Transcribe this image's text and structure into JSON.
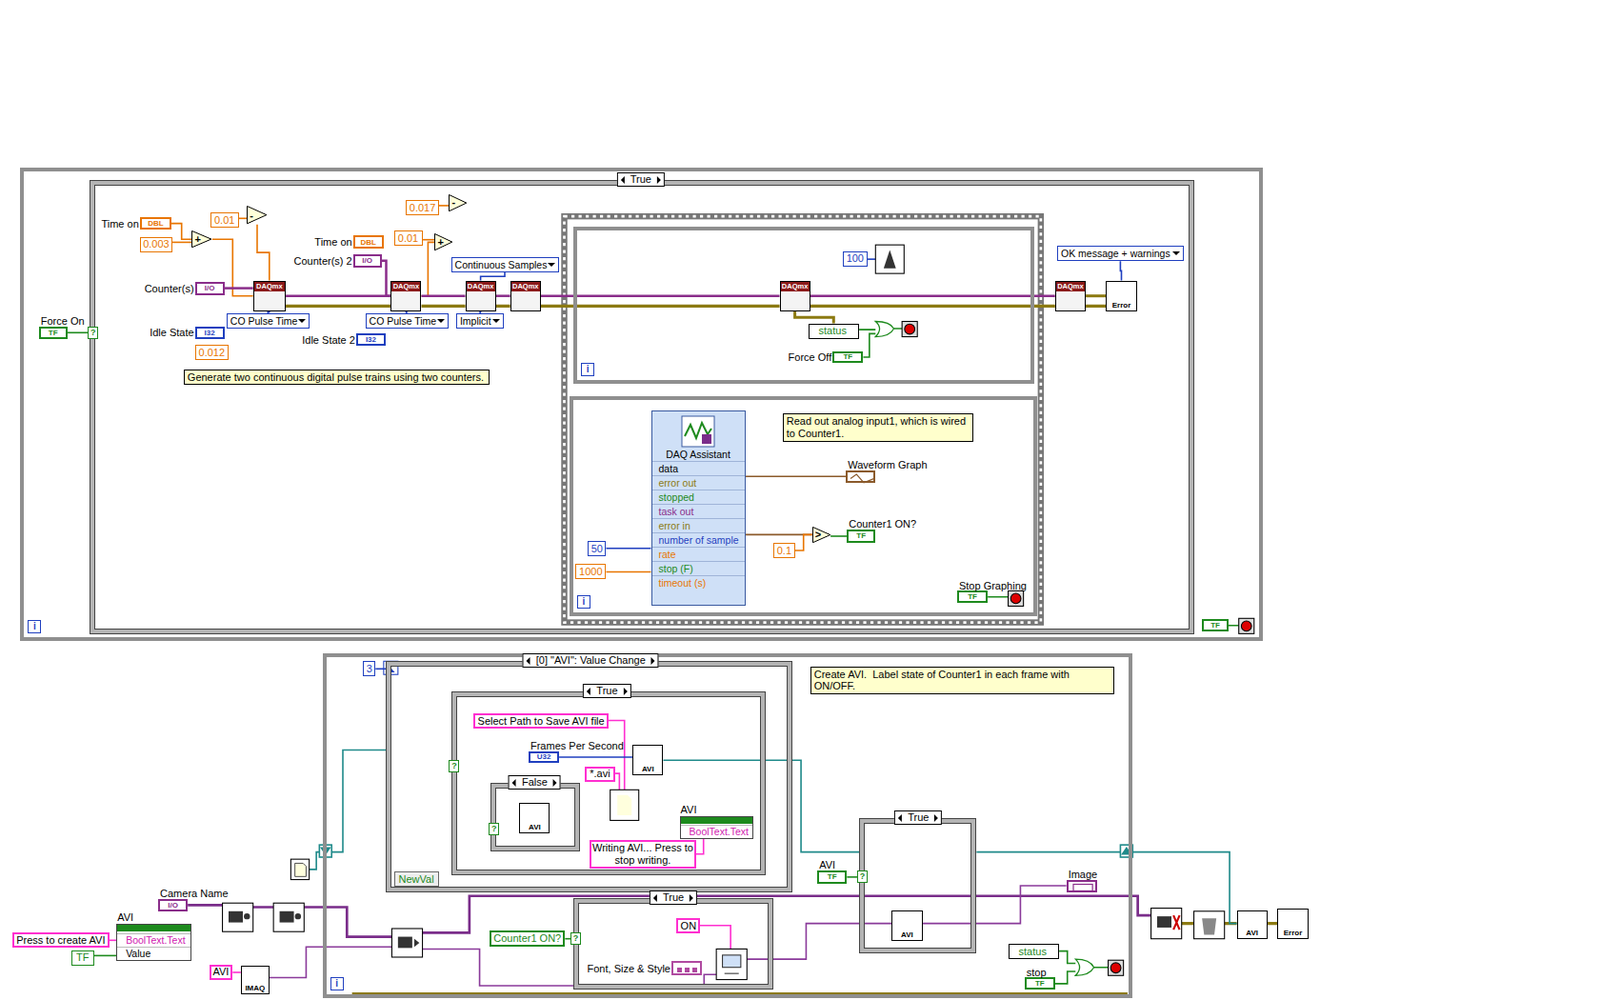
{
  "diagram": {
    "nodes": [
      {
        "text": [
          "i"
        ]
      },
      {
        "text": [
          "True"
        ],
        "in": 0
      },
      {
        "text": [
          "Force On",
          "TF"
        ],
        "in": 0
      },
      {
        "text": [
          "Time on",
          "DBL"
        ],
        "in": 1
      },
      {
        "text": [
          "0.01"
        ],
        "in": 1
      },
      {
        "text": [
          "0.003"
        ],
        "in": 1
      },
      {
        "text": [
          "-"
        ],
        "in": 1
      },
      {
        "text": [
          "+"
        ],
        "in": 1
      },
      {
        "text": [
          "0.017"
        ],
        "in": 1
      },
      {
        "text": [
          "-"
        ],
        "in": 1
      },
      {
        "text": [
          "Time on",
          "DBL"
        ],
        "in": 1
      },
      {
        "text": [
          "0.01"
        ],
        "in": 1
      },
      {
        "text": [
          "+"
        ],
        "in": 1
      },
      {
        "text": [
          "Counter(s) 2",
          "I/O"
        ],
        "in": 1
      },
      {
        "text": [
          "Counter(s)",
          "I/O"
        ],
        "in": 1
      },
      {
        "text": [
          "DAQmx"
        ],
        "in": 1
      },
      {
        "text": [
          "CO Pulse Time"
        ],
        "in": 1
      },
      {
        "text": [
          "Idle State",
          "I32"
        ],
        "in": 1
      },
      {
        "text": [
          "0.012"
        ],
        "in": 1
      },
      {
        "text": [
          "DAQmx"
        ],
        "in": 1
      },
      {
        "text": [
          "CO Pulse Time"
        ],
        "in": 1
      },
      {
        "text": [
          "Idle State 2",
          "I32"
        ],
        "in": 1
      },
      {
        "text": [
          "Continuous Samples"
        ],
        "in": 1
      },
      {
        "text": [
          "DAQmx"
        ],
        "in": 1
      },
      {
        "text": [
          "Implicit"
        ],
        "in": 1
      },
      {
        "text": [
          "DAQmx"
        ],
        "in": 1
      },
      {
        "text": [
          "Generate two continuous digital pulse trains using two counters."
        ],
        "in": 1
      },
      {
        "text": [
          "i"
        ],
        "in": 1
      },
      {
        "text": [
          "100"
        ],
        "in": 27
      },
      {
        "text": [
          "DAQmx"
        ],
        "in": 27
      },
      {
        "text": [
          "status"
        ],
        "in": 27
      },
      {
        "text": [
          "Force Off",
          "TF"
        ],
        "in": 27
      },
      {
        "text": [
          "DAQmx"
        ],
        "in": 1
      },
      {
        "text": [
          "OK message + warnings"
        ],
        "in": 1
      },
      {
        "text": [
          "Error"
        ],
        "in": 1
      },
      {
        "text": [
          "i"
        ],
        "in": 1
      },
      {
        "text": [
          "DAQ Assistant",
          "data",
          "error out",
          "stopped",
          "task out",
          "error in",
          "number of sample",
          "rate",
          "stop (F)",
          "timeout (s)"
        ],
        "in": 35
      },
      {
        "text": [
          "Read out analog input1, which is wired to Counter1."
        ],
        "in": 35
      },
      {
        "text": [
          "Waveform Graph"
        ],
        "in": 35
      },
      {
        "text": [
          ">"
        ],
        "in": 35
      },
      {
        "text": [
          "Counter1 ON?",
          "TF"
        ],
        "in": 35
      },
      {
        "text": [
          "0.1"
        ],
        "in": 35
      },
      {
        "text": [
          "50"
        ],
        "in": 35
      },
      {
        "text": [
          "1000"
        ],
        "in": 35
      },
      {
        "text": [
          "Stop Graphing",
          "TF"
        ],
        "in": 35
      },
      {
        "text": [
          "TF"
        ],
        "in": 0
      },
      {
        "text": [
          "i"
        ]
      },
      {
        "text": [
          "3"
        ],
        "in": 46
      },
      {
        "text": [
          "[0] \"AVI\": Value Change"
        ],
        "in": 46
      },
      {
        "text": [
          "NewVal"
        ],
        "in": 48
      },
      {
        "text": [
          "True"
        ],
        "in": 48
      },
      {
        "text": [
          "Select Path to Save AVI file"
        ],
        "in": 50
      },
      {
        "text": [
          "Frames Per Second",
          "U32"
        ],
        "in": 50
      },
      {
        "text": [
          "*.avi"
        ],
        "in": 50
      },
      {
        "text": [
          "False"
        ],
        "in": 50
      },
      {
        "text": [
          "AVI"
        ],
        "in": 54
      },
      {
        "text": [
          "AVI"
        ],
        "in": 50
      },
      {
        "text": [
          "AVI",
          "BoolText.Text"
        ],
        "in": 50
      },
      {
        "text": [
          "Writing AVI... Press to stop writing."
        ],
        "in": 50
      },
      {
        "text": [
          "Camera Name",
          "I/O"
        ]
      },
      {
        "text": [
          "AVI",
          "BoolText.Text",
          "Value"
        ]
      },
      {
        "text": [
          "Press to create AVI"
        ]
      },
      {
        "text": [
          "TF"
        ]
      },
      {
        "text": [
          "AVI"
        ]
      },
      {
        "text": [
          "IMAQ"
        ]
      },
      {
        "text": [
          "Counter1 ON?"
        ],
        "in": 46
      },
      {
        "text": [
          "True"
        ],
        "in": 46
      },
      {
        "text": [
          "ON"
        ],
        "in": 66
      },
      {
        "text": [
          "Font, Size & Style"
        ],
        "in": 66
      },
      {
        "text": [
          "AVI",
          "TF"
        ],
        "in": 46
      },
      {
        "text": [
          "True"
        ],
        "in": 46
      },
      {
        "text": [
          "AVI"
        ],
        "in": 70
      },
      {
        "text": [
          "Image"
        ],
        "in": 46
      },
      {
        "text": [
          "status"
        ],
        "in": 46
      },
      {
        "text": [
          "stop",
          "TF"
        ],
        "in": 46
      },
      {
        "text": [
          "Create AVI.  Label state of Counter1 in each frame with ON/OFF."
        ],
        "in": 46
      },
      {
        "text": [
          "AVI"
        ]
      },
      {
        "text": [
          "Error"
        ]
      }
    ],
    "edges": [
      {
        "from": 2,
        "to": 1,
        "arrow": "none"
      },
      {
        "from": 3,
        "to": 7,
        "arrow": "none"
      },
      {
        "from": 5,
        "to": 7,
        "arrow": "none"
      },
      {
        "from": 4,
        "to": 6,
        "arrow": "none"
      },
      {
        "from": 6,
        "to": 15,
        "arrow": "none"
      },
      {
        "from": 7,
        "to": 15,
        "arrow": "none"
      },
      {
        "from": 14,
        "to": 15,
        "arrow": "none"
      },
      {
        "from": 16,
        "to": 15,
        "arrow": "none"
      },
      {
        "from": 8,
        "to": 9,
        "arrow": "none"
      },
      {
        "from": 11,
        "to": 12,
        "arrow": "none"
      },
      {
        "from": 12,
        "to": 19,
        "arrow": "none"
      },
      {
        "from": 13,
        "to": 19,
        "arrow": "none"
      },
      {
        "from": 20,
        "to": 19,
        "arrow": "none"
      },
      {
        "from": 15,
        "to": 19,
        "arrow": "none"
      },
      {
        "from": 19,
        "to": 23,
        "arrow": "none"
      },
      {
        "from": 22,
        "to": 23,
        "arrow": "none"
      },
      {
        "from": 24,
        "to": 23,
        "arrow": "none"
      },
      {
        "from": 23,
        "to": 25,
        "arrow": "none"
      },
      {
        "from": 25,
        "to": 29,
        "arrow": "none"
      },
      {
        "from": 29,
        "to": 30,
        "arrow": "none"
      },
      {
        "from": 29,
        "to": 32,
        "arrow": "none"
      },
      {
        "from": 32,
        "to": 34,
        "arrow": "none"
      },
      {
        "from": 33,
        "to": 34,
        "arrow": "none"
      },
      {
        "from": 42,
        "to": 36,
        "arrow": "none"
      },
      {
        "from": 43,
        "to": 36,
        "arrow": "none"
      },
      {
        "from": 36,
        "to": 38,
        "arrow": "none"
      },
      {
        "from": 36,
        "to": 39,
        "arrow": "none"
      },
      {
        "from": 41,
        "to": 39,
        "arrow": "none"
      },
      {
        "from": 39,
        "to": 40,
        "arrow": "none"
      },
      {
        "from": 47,
        "to": 48,
        "arrow": "none"
      },
      {
        "from": 52,
        "to": 56,
        "arrow": "none"
      },
      {
        "from": 58,
        "to": 57,
        "arrow": "none"
      },
      {
        "from": 61,
        "to": 60,
        "arrow": "none"
      },
      {
        "from": 62,
        "to": 60,
        "arrow": "none"
      },
      {
        "from": 63,
        "to": 64,
        "arrow": "none"
      },
      {
        "from": 65,
        "to": 66,
        "arrow": "none"
      },
      {
        "from": 69,
        "to": 70,
        "arrow": "none"
      }
    ],
    "labels": [
      "?",
      "?",
      "?",
      "?",
      "?"
    ]
  }
}
